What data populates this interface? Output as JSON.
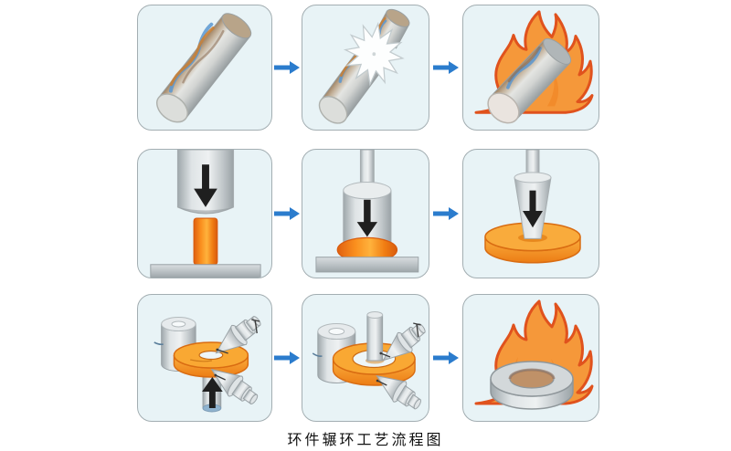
{
  "figure": {
    "caption": "环件辗环工艺流程图",
    "kind": "process-flow-diagram",
    "rows": 3,
    "cols": 3
  },
  "steps": [
    {
      "id": "bar-stock",
      "icon": "metal-bar-icon",
      "row": 1,
      "col": 1
    },
    {
      "id": "sawing",
      "icon": "saw-blade-cutting-icon",
      "row": 1,
      "col": 2
    },
    {
      "id": "heating",
      "icon": "bar-in-flame-icon",
      "row": 1,
      "col": 3
    },
    {
      "id": "press-upsetting",
      "icon": "press-ram-icon",
      "row": 2,
      "col": 1
    },
    {
      "id": "upsetting",
      "icon": "upset-billet-icon",
      "row": 2,
      "col": 2
    },
    {
      "id": "punching",
      "icon": "cone-punch-disc-icon",
      "row": 2,
      "col": 3
    },
    {
      "id": "ring-rolling",
      "icon": "ring-mill-icon",
      "row": 3,
      "col": 1
    },
    {
      "id": "ring-expanding",
      "icon": "expanded-ring-mill-icon",
      "row": 3,
      "col": 2
    },
    {
      "id": "heat-treatment",
      "icon": "ring-in-flame-icon",
      "row": 3,
      "col": 3
    }
  ],
  "connector": {
    "icon": "right-arrow-icon",
    "color": "#2b7ccd"
  },
  "colors": {
    "panel_background": "#e8f3f6",
    "panel_border": "#a3aeb2",
    "arrow_blue": "#2b7ccd",
    "flame_fill": "#f5983a",
    "flame_outline": "#e0521d",
    "hot_metal_orange": "#f6871f",
    "ring_orange": "#f39c2c",
    "metal_gray": "#c3c9cc",
    "motion_arrow_black": "#1f1f1f"
  }
}
